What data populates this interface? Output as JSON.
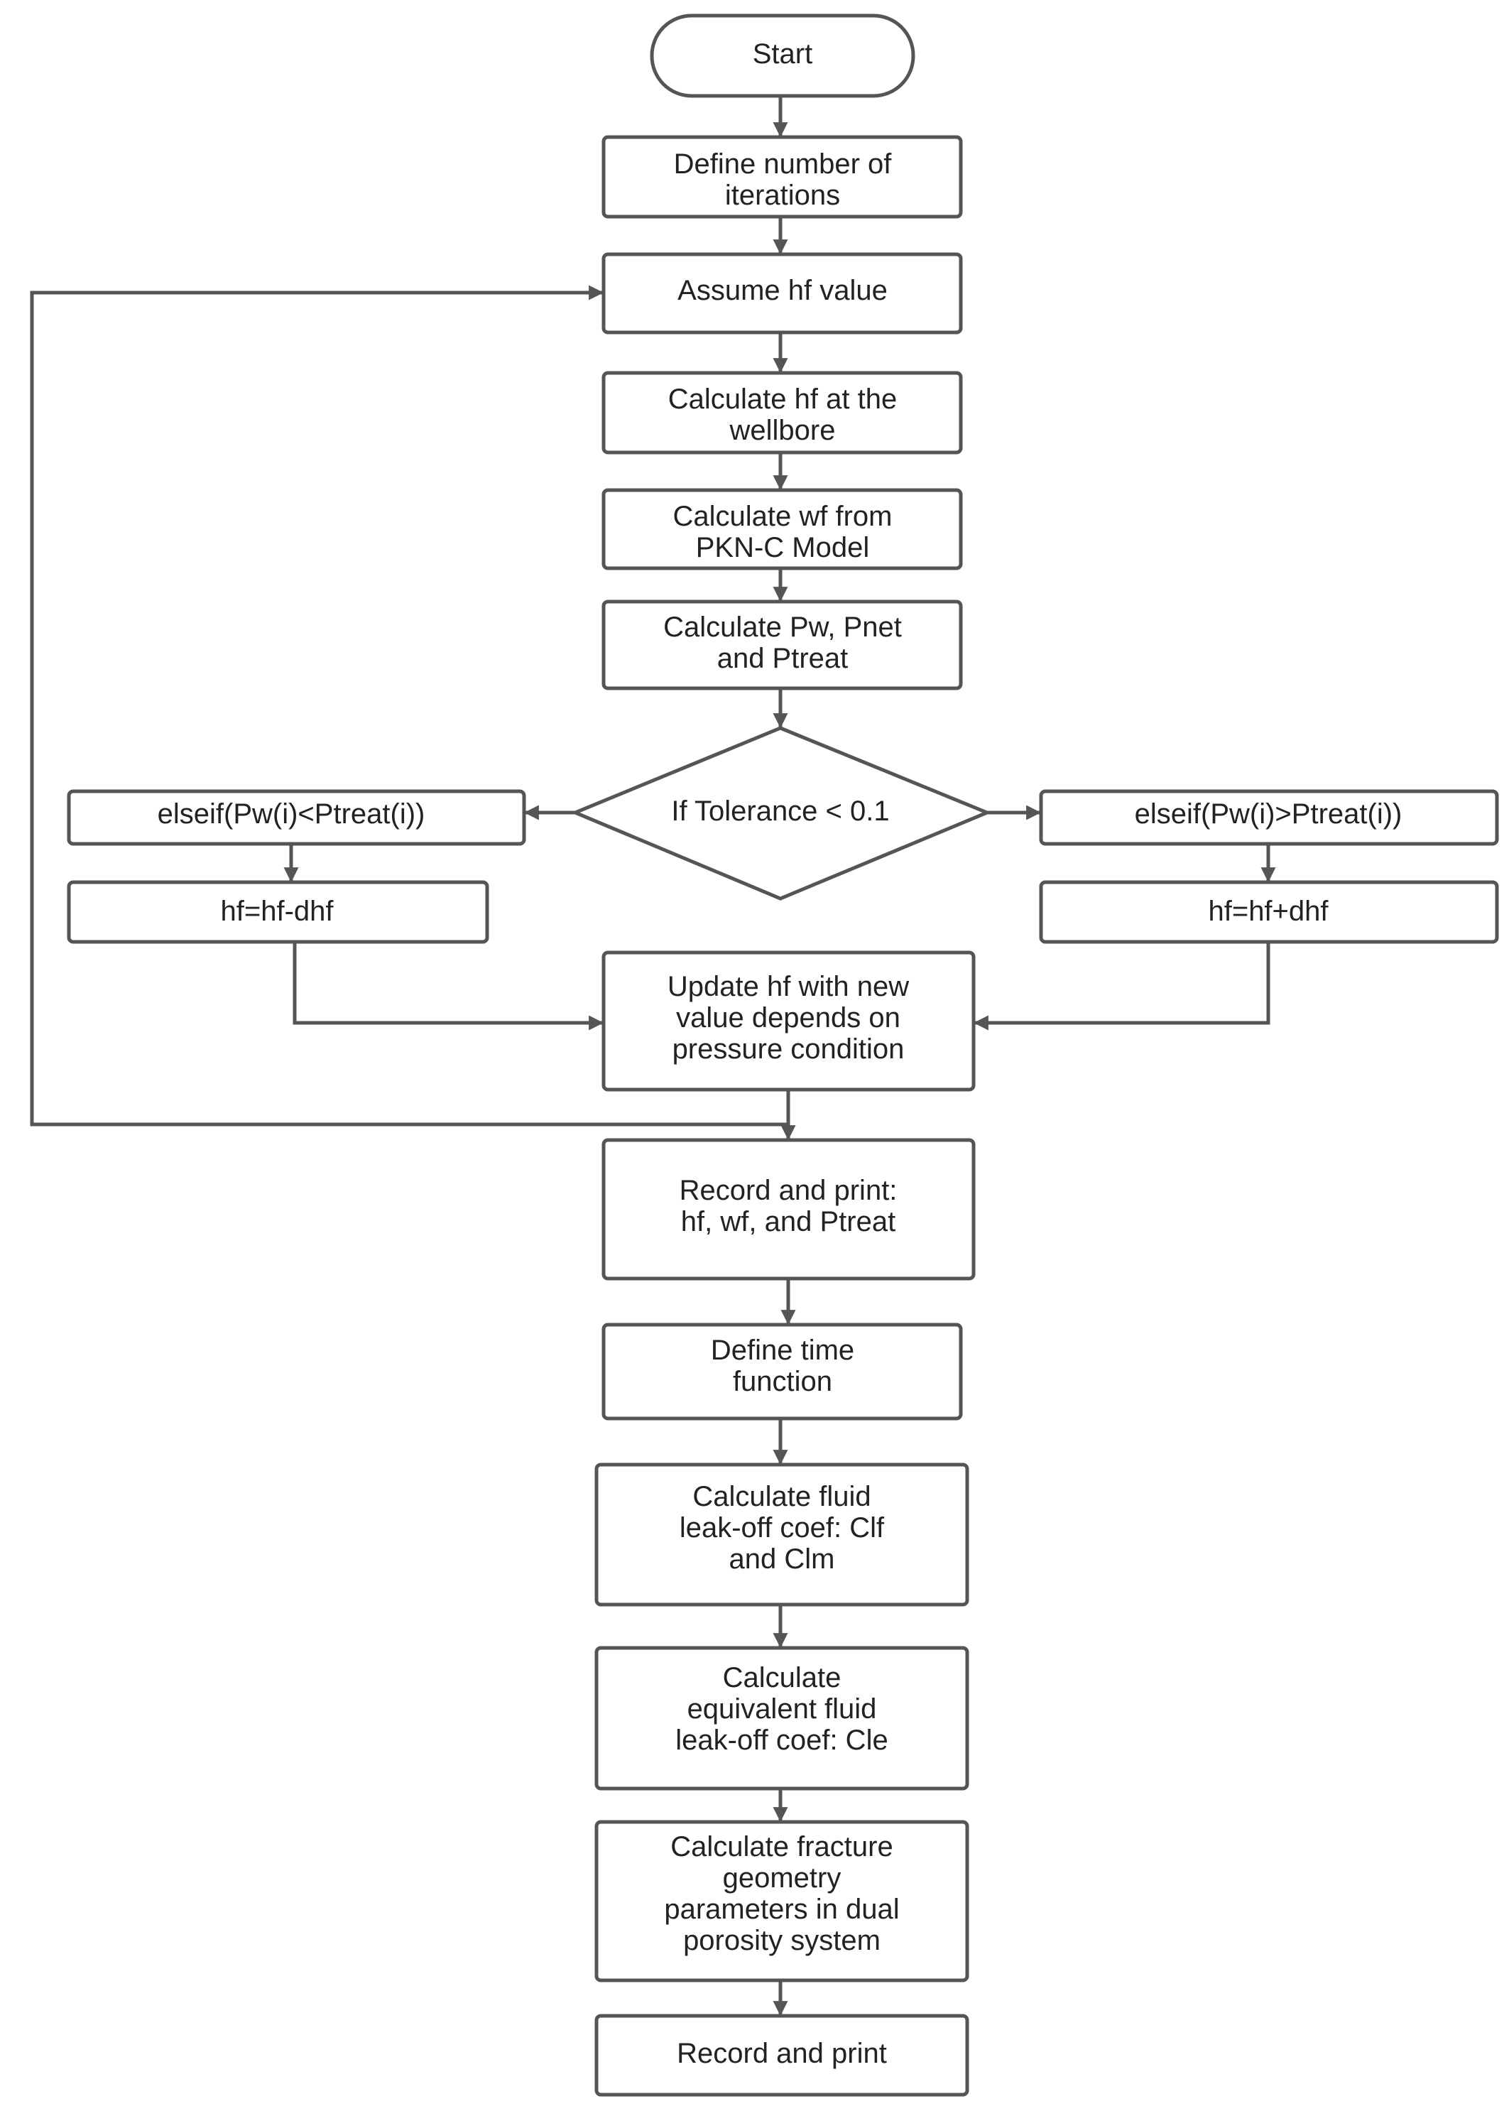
{
  "nodes": {
    "start": {
      "lines": [
        "Start"
      ]
    },
    "define_iterations": {
      "lines": [
        "Define number of",
        "iterations"
      ]
    },
    "assume_hf": {
      "lines": [
        "Assume hf value"
      ]
    },
    "calc_hf_wellbore": {
      "lines": [
        "Calculate hf at the",
        "wellbore"
      ]
    },
    "calc_wf": {
      "lines": [
        "Calculate wf from",
        "PKN-C Model"
      ]
    },
    "calc_pw": {
      "lines": [
        "Calculate Pw, Pnet",
        "and Ptreat"
      ]
    },
    "tolerance": {
      "lines": [
        "If Tolerance < 0.1"
      ]
    },
    "elseif_less": {
      "lines": [
        "elseif(Pw(i)<Ptreat(i))"
      ]
    },
    "elseif_greater": {
      "lines": [
        "elseif(Pw(i)>Ptreat(i))"
      ]
    },
    "hf_minus": {
      "lines": [
        "hf=hf-dhf"
      ]
    },
    "hf_plus": {
      "lines": [
        "hf=hf+dhf"
      ]
    },
    "update_hf": {
      "lines": [
        "Update hf with new",
        "value depends on",
        "pressure condition"
      ]
    },
    "record_print_1": {
      "lines": [
        "Record and print:",
        "hf, wf, and Ptreat"
      ]
    },
    "define_time": {
      "lines": [
        "Define time",
        "function"
      ]
    },
    "calc_leakoff": {
      "lines": [
        "Calculate fluid",
        "leak-off coef: Clf",
        "and Clm"
      ]
    },
    "calc_equiv_leakoff": {
      "lines": [
        "Calculate",
        "equivalent fluid",
        "leak-off coef: Cle"
      ]
    },
    "calc_fracture": {
      "lines": [
        "Calculate fracture",
        "geometry",
        "parameters in dual",
        "porosity system"
      ]
    },
    "record_print_2": {
      "lines": [
        "Record and print"
      ]
    }
  },
  "colors": {
    "stroke": "#555555",
    "text": "#222222",
    "background": "#ffffff"
  }
}
